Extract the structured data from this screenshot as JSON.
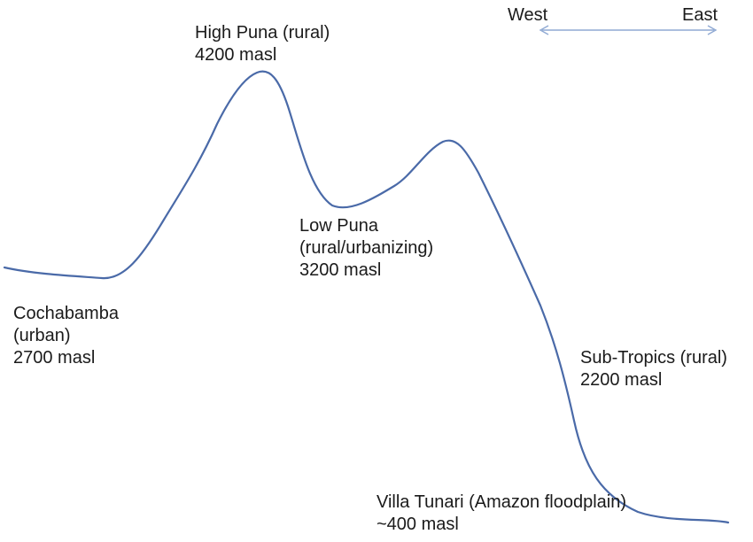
{
  "direction": {
    "west": "West",
    "east": "East",
    "arrow_color": "#8fa9d3"
  },
  "profile_line_color": "#4a6aa8",
  "zones": {
    "cochabamba": [
      "Cochabamba",
      "(urban)",
      "2700 masl"
    ],
    "high_puna": [
      "High Puna (rural)",
      "4200 masl"
    ],
    "low_puna": [
      "Low Puna",
      "(rural/urbanizing)",
      "3200 masl"
    ],
    "sub_tropics": [
      "Sub-Tropics (rural)",
      "2200 masl"
    ],
    "villa_tunari": [
      "Villa Tunari (Amazon floodplain)",
      "~400 masl"
    ]
  }
}
